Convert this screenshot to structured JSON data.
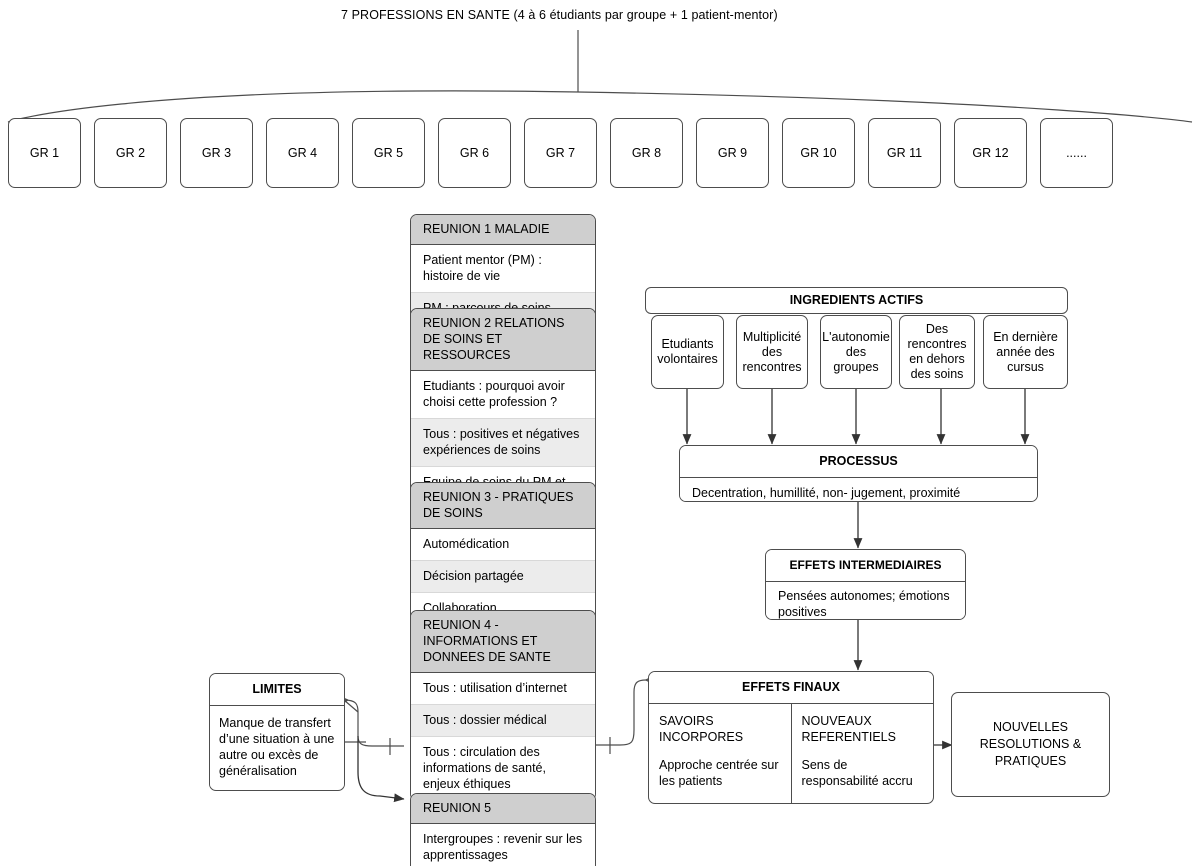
{
  "header": {
    "title": "7 PROFESSIONS EN SANTE (4 à 6 étudiants par groupe + 1 patient-mentor)"
  },
  "groups": [
    {
      "label": "GR 1"
    },
    {
      "label": "GR 2"
    },
    {
      "label": "GR 3"
    },
    {
      "label": "GR 4"
    },
    {
      "label": "GR 5"
    },
    {
      "label": "GR 6"
    },
    {
      "label": "GR 7"
    },
    {
      "label": "GR 8"
    },
    {
      "label": "GR 9"
    },
    {
      "label": "GR 10"
    },
    {
      "label": "GR 11"
    },
    {
      "label": "GR 12"
    },
    {
      "label": "......"
    }
  ],
  "reunions": [
    {
      "header": "REUNION 1  MALADIE",
      "rows": [
        "Patient mentor (PM) :\nhistoire de vie",
        "PM : parcours de soins"
      ]
    },
    {
      "header": "REUNION 2  RELATIONS DE SOINS ET RESSOURCES",
      "rows": [
        "Etudiants : pourquoi avoir choisi cette profession ?",
        "Tous : positives et négatives expériences de soins",
        "Equipe de soins du PM et rôle de chaque professionnel"
      ]
    },
    {
      "header": "REUNION 3 - PRATIQUES DE SOINS",
      "rows": [
        "Automédication",
        "Décision partagée",
        "Collaboration interprofessionnelle"
      ]
    },
    {
      "header": "REUNION 4 - INFORMATIONS ET DONNEES DE SANTE",
      "rows": [
        "Tous : utilisation d’internet",
        "Tous : dossier médical",
        "Tous : circulation des informations de santé, enjeux éthiques"
      ]
    },
    {
      "header": "REUNION  5",
      "rows": [
        "Intergroupes : revenir sur les apprentissages"
      ]
    }
  ],
  "ingredients": {
    "title": "INGREDIENTS ACTIFS",
    "items": [
      "Etudiants volontaires",
      "Multiplicité des rencontres",
      "L'autonomie des groupes",
      "Des rencontres en dehors des soins",
      "En dernière année des cursus"
    ]
  },
  "processus": {
    "title": "PROCESSUS",
    "body": "Decentration, humillité, non- jugement, proximité"
  },
  "effets_intermediaires": {
    "title": "EFFETS INTERMEDIAIRES",
    "body": "Pensées autonomes; émotions positives"
  },
  "effets_finaux": {
    "title": "EFFETS FINAUX",
    "columns": [
      {
        "heading": "SAVOIRS INCORPORES",
        "body": "Approche centrée sur les patients"
      },
      {
        "heading": "NOUVEAUX REFERENTIELS",
        "body": "Sens de responsabilité accru"
      }
    ]
  },
  "nouvelles": {
    "title": "NOUVELLES RESOLUTIONS & PRATIQUES"
  },
  "limites": {
    "title": "LIMITES",
    "body": "Manque de transfert d’une situation à une autre ou excès de généralisation"
  },
  "colors": {
    "header_grey": "#cfcfcf",
    "row_alt": "#ececec",
    "stroke": "#4d4d4d"
  }
}
